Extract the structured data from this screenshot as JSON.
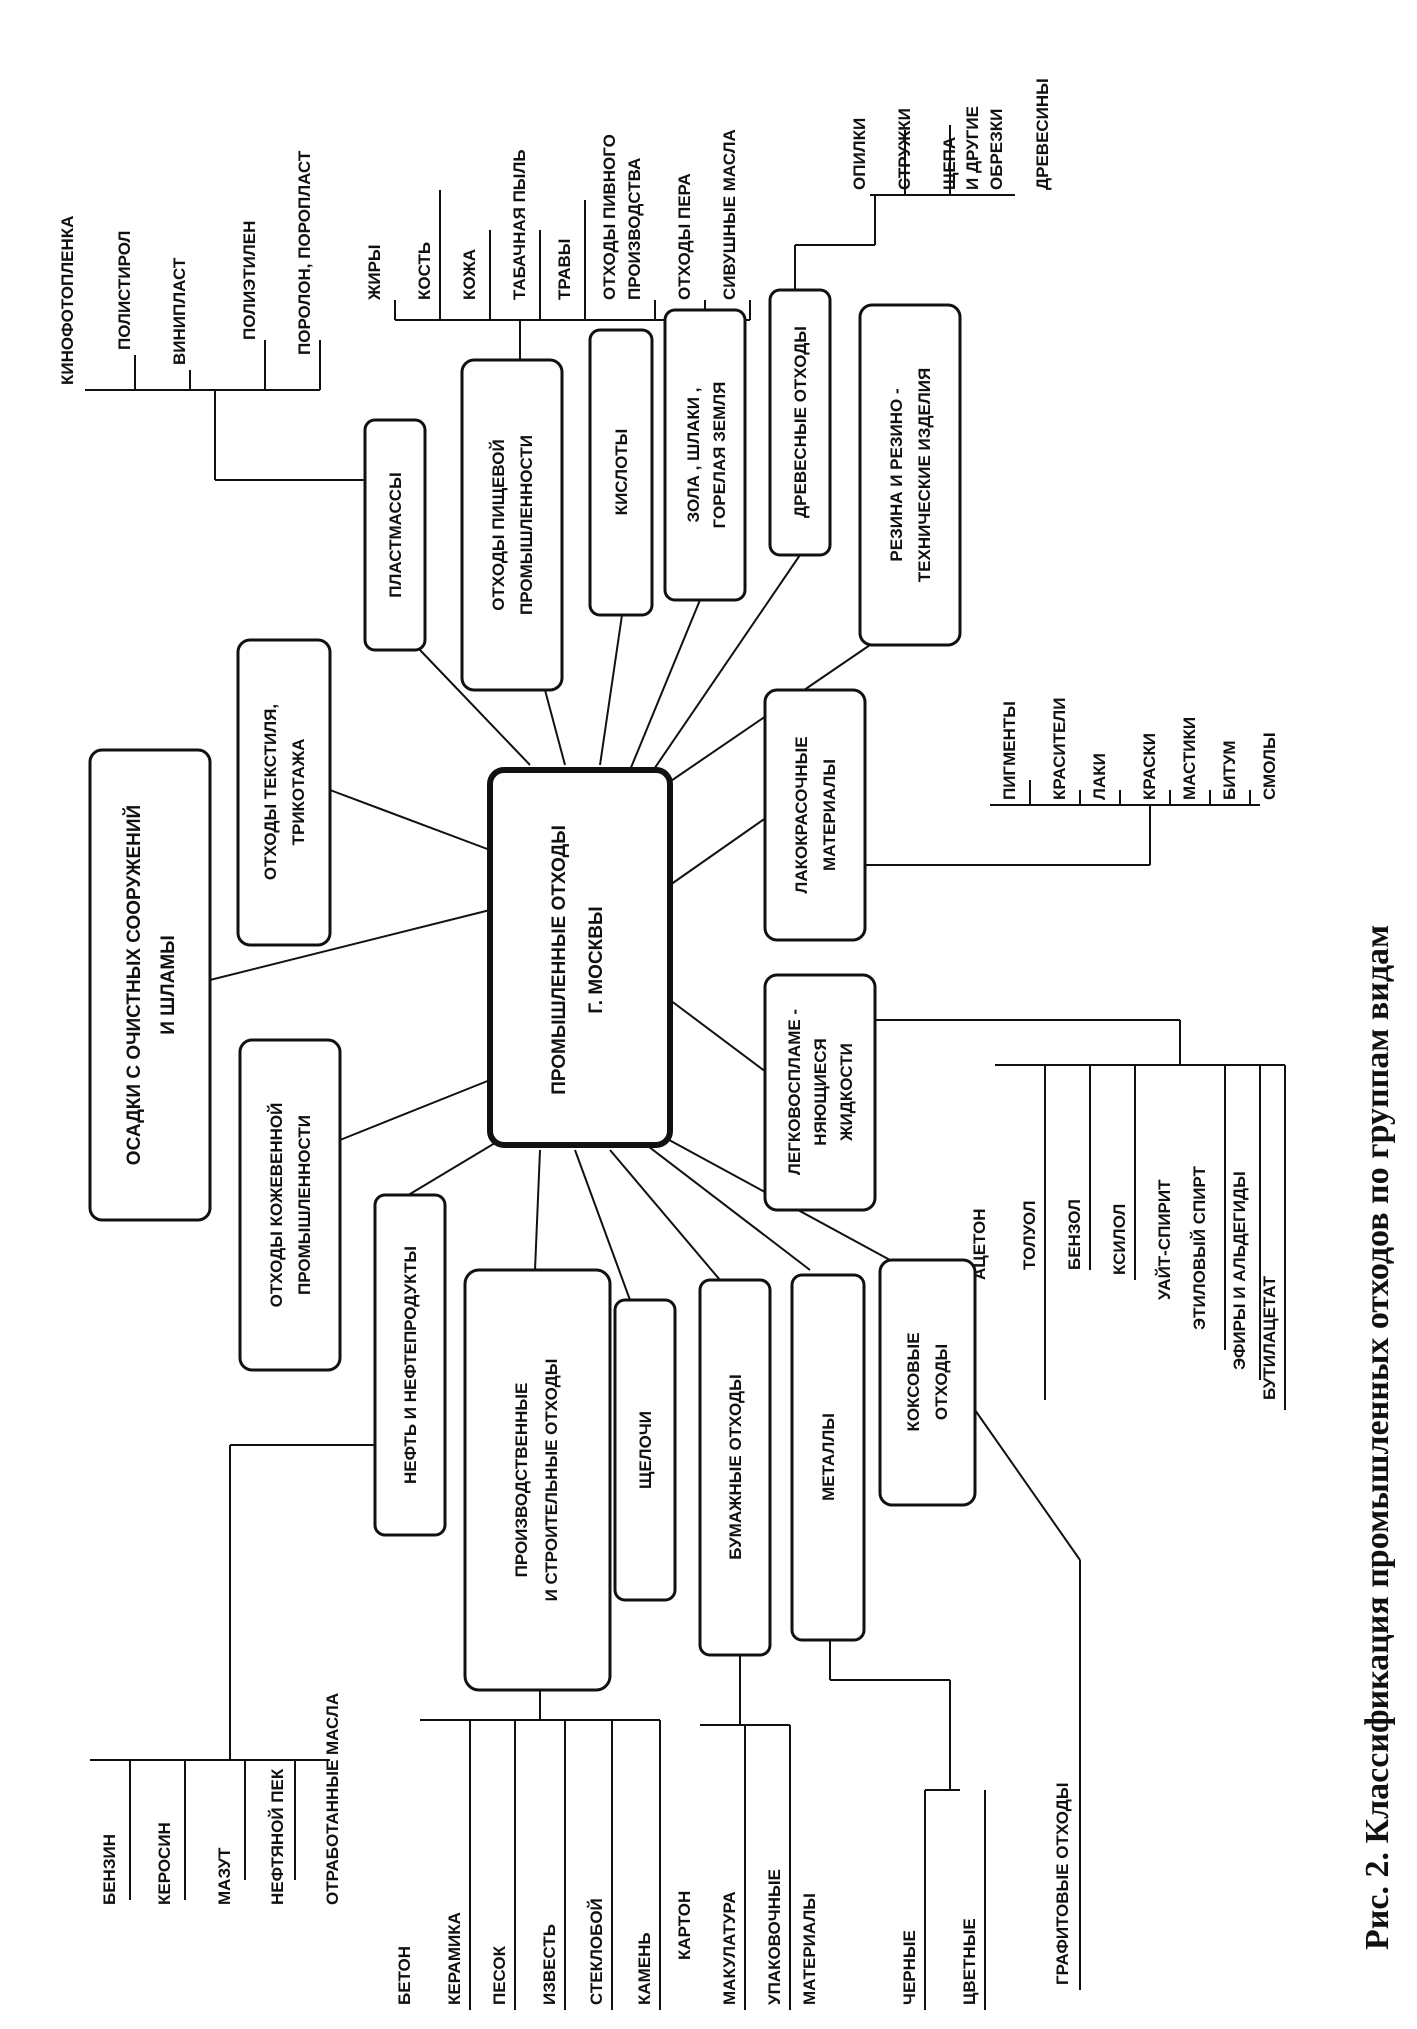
{
  "hub": {
    "line1": "ПРОМЫШЛЕННЫЕ ОТХОДЫ",
    "line2": "Г. МОСКВЫ"
  },
  "caption": "Рис. 2. Классификация промышленных отходов по группам видам",
  "categories": {
    "osadki": {
      "l1": "ОСАДКИ С ОЧИСТНЫХ СООРУЖЕНИЙ",
      "l2": "И ШЛАМЫ"
    },
    "tekstil": {
      "l1": "ОТХОДЫ ТЕКСТИЛЯ,",
      "l2": "ТРИКОТАЖА"
    },
    "kozh": {
      "l1": "ОТХОДЫ КОЖЕВЕННОЙ",
      "l2": "ПРОМЫШЛЕННОСТИ"
    },
    "plast": {
      "l1": "ПЛАСТМАССЫ"
    },
    "pishch": {
      "l1": "ОТХОДЫ ПИЩЕВОЙ",
      "l2": "ПРОМЫШЛЕННОСТИ"
    },
    "kisl": {
      "l1": "КИСЛОТЫ"
    },
    "zola": {
      "l1": "ЗОЛА , ШЛАКИ ,",
      "l2": "ГОРЕЛАЯ ЗЕМЛЯ"
    },
    "drev": {
      "l1": "ДРЕВЕСНЫЕ ОТХОДЫ"
    },
    "rezina": {
      "l1": "РЕЗИНА И РЕЗИНО -",
      "l2": "ТЕХНИЧЕСКИЕ ИЗДЕЛИЯ"
    },
    "lak": {
      "l1": "ЛАКОКРАСОЧНЫЕ",
      "l2": "МАТЕРИАЛЫ"
    },
    "legk": {
      "l1": "ЛЕГКОВОСПЛАМЕ -",
      "l2": "НЯЮЩИЕСЯ",
      "l3": "ЖИДКОСТИ"
    },
    "neft": {
      "l1": "НЕФТЬ И НЕФТЕПРОДУКТЫ"
    },
    "proizv": {
      "l1": "ПРОИЗВОДСТВЕННЫЕ",
      "l2": "И СТРОИТЕЛЬНЫЕ ОТХОДЫ"
    },
    "shchel": {
      "l1": "ЩЕЛОЧИ"
    },
    "bum": {
      "l1": "БУМАЖНЫЕ ОТХОДЫ"
    },
    "met": {
      "l1": "МЕТАЛЛЫ"
    },
    "koks": {
      "l1": "КОКСОВЫЕ",
      "l2": "ОТХОДЫ"
    }
  },
  "leaves": {
    "plast": [
      "КИНОФОТОПЛЕНКА",
      "ПОЛИСТИРОЛ",
      "ВИНИПЛАСТ",
      "ПОЛИЭТИЛЕН",
      "ПОРОЛОН, ПОРОПЛАСТ"
    ],
    "pishch": [
      "ЖИРЫ",
      "КОСТЬ",
      "КОЖА",
      "ТАБАЧНАЯ ПЫЛЬ",
      "ТРАВЫ",
      "ОТХОДЫ ПИВНОГО",
      "ПРОИЗВОДСТВА",
      "ОТХОДЫ ПЕРА",
      "СИВУШНЫЕ МАСЛА"
    ],
    "drev": [
      "ОПИЛКИ",
      "СТРУЖКИ",
      "ЩЕПА",
      "И ДРУГИЕ",
      "ОБРЕЗКИ",
      "ДРЕВЕСИНЫ"
    ],
    "lak": [
      "ПИГМЕНТЫ",
      "КРАСИТЕЛИ",
      "ЛАКИ",
      "КРАСКИ",
      "МАСТИКИ",
      "БИТУМ",
      "СМОЛЫ"
    ],
    "legk": [
      "АЦЕТОН",
      "ТОЛУОЛ",
      "БЕНЗОЛ",
      "КСИЛОЛ",
      "УАЙТ-СПИРИТ",
      "ЭТИЛОВЫЙ СПИРТ",
      "ЭФИРЫ И АЛЬДЕГИДЫ",
      "БУТИЛАЦЕТАТ"
    ],
    "neft": [
      "БЕНЗИН",
      "КЕРОСИН",
      "МАЗУТ",
      "НЕФТЯНОЙ ПЕК",
      "ОТРАБОТАННЫЕ МАСЛА"
    ],
    "proizv": [
      "БЕТОН",
      "КЕРАМИКА",
      "ПЕСОК",
      "ИЗВЕСТЬ",
      "СТЕКЛОБОЙ",
      "КАМЕНЬ"
    ],
    "bum": [
      "КАРТОН",
      "МАКУЛАТУРА",
      "УПАКОВОЧНЫЕ",
      "МАТЕРИАЛЫ"
    ],
    "met": [
      "ЧЕРНЫЕ",
      "ЦВЕТНЫЕ"
    ],
    "koks": [
      "ГРАФИТОВЫЕ ОТХОДЫ"
    ]
  }
}
